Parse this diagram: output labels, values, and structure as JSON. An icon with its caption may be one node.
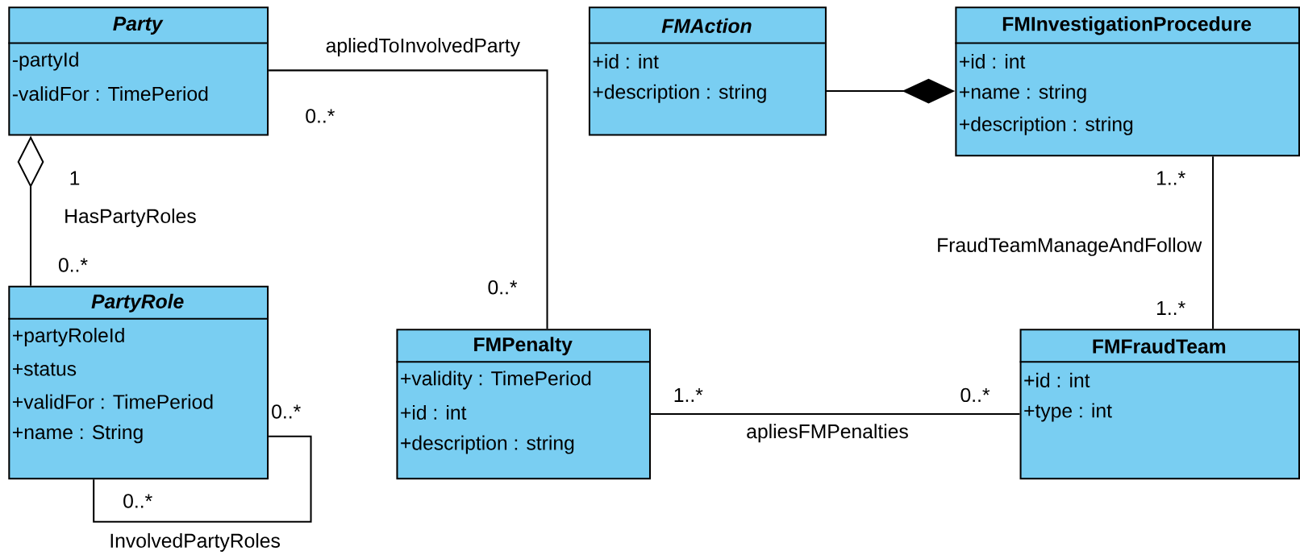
{
  "diagram": {
    "nodes": [
      {
        "text": [
          "Party",
          "-partyId",
          "-validFor : TimePeriod"
        ]
      },
      {
        "text": [
          "PartyRole",
          "+partyRoleId",
          "+status",
          "+validFor : TimePeriod",
          "+name : String"
        ]
      },
      {
        "text": [
          "FMAction",
          "+id : int",
          "+description : string"
        ]
      },
      {
        "text": [
          "FMInvestigationProcedure",
          "+id : int",
          "+name : string",
          "+description : string"
        ]
      },
      {
        "text": [
          "FMPenalty",
          "+validity : TimePeriod",
          "+id : int",
          "+description : string"
        ]
      },
      {
        "text": [
          "FMFraudTeam",
          "+id : int",
          "+type : int"
        ]
      }
    ],
    "edges": [
      {
        "from": 1,
        "to": 0,
        "arrow": "other",
        "label": "HasPartyRoles"
      },
      {
        "from": 0,
        "to": 4,
        "arrow": "none",
        "label": "apliedToInvolvedParty"
      },
      {
        "from": 2,
        "to": 3,
        "arrow": "other"
      },
      {
        "from": 3,
        "to": 5,
        "arrow": "none",
        "label": "FraudTeamManageAndFollow"
      },
      {
        "from": 4,
        "to": 5,
        "arrow": "none",
        "label": "apliesFMPenalties"
      },
      {
        "from": 1,
        "to": 1,
        "arrow": "none",
        "label": "InvolvedPartyRoles"
      }
    ],
    "labels": [
      "0..*",
      "1",
      "0..*",
      "1..*",
      "0..*",
      "1..*",
      "1..*",
      "0..*",
      "0..*",
      "0..*"
    ]
  }
}
